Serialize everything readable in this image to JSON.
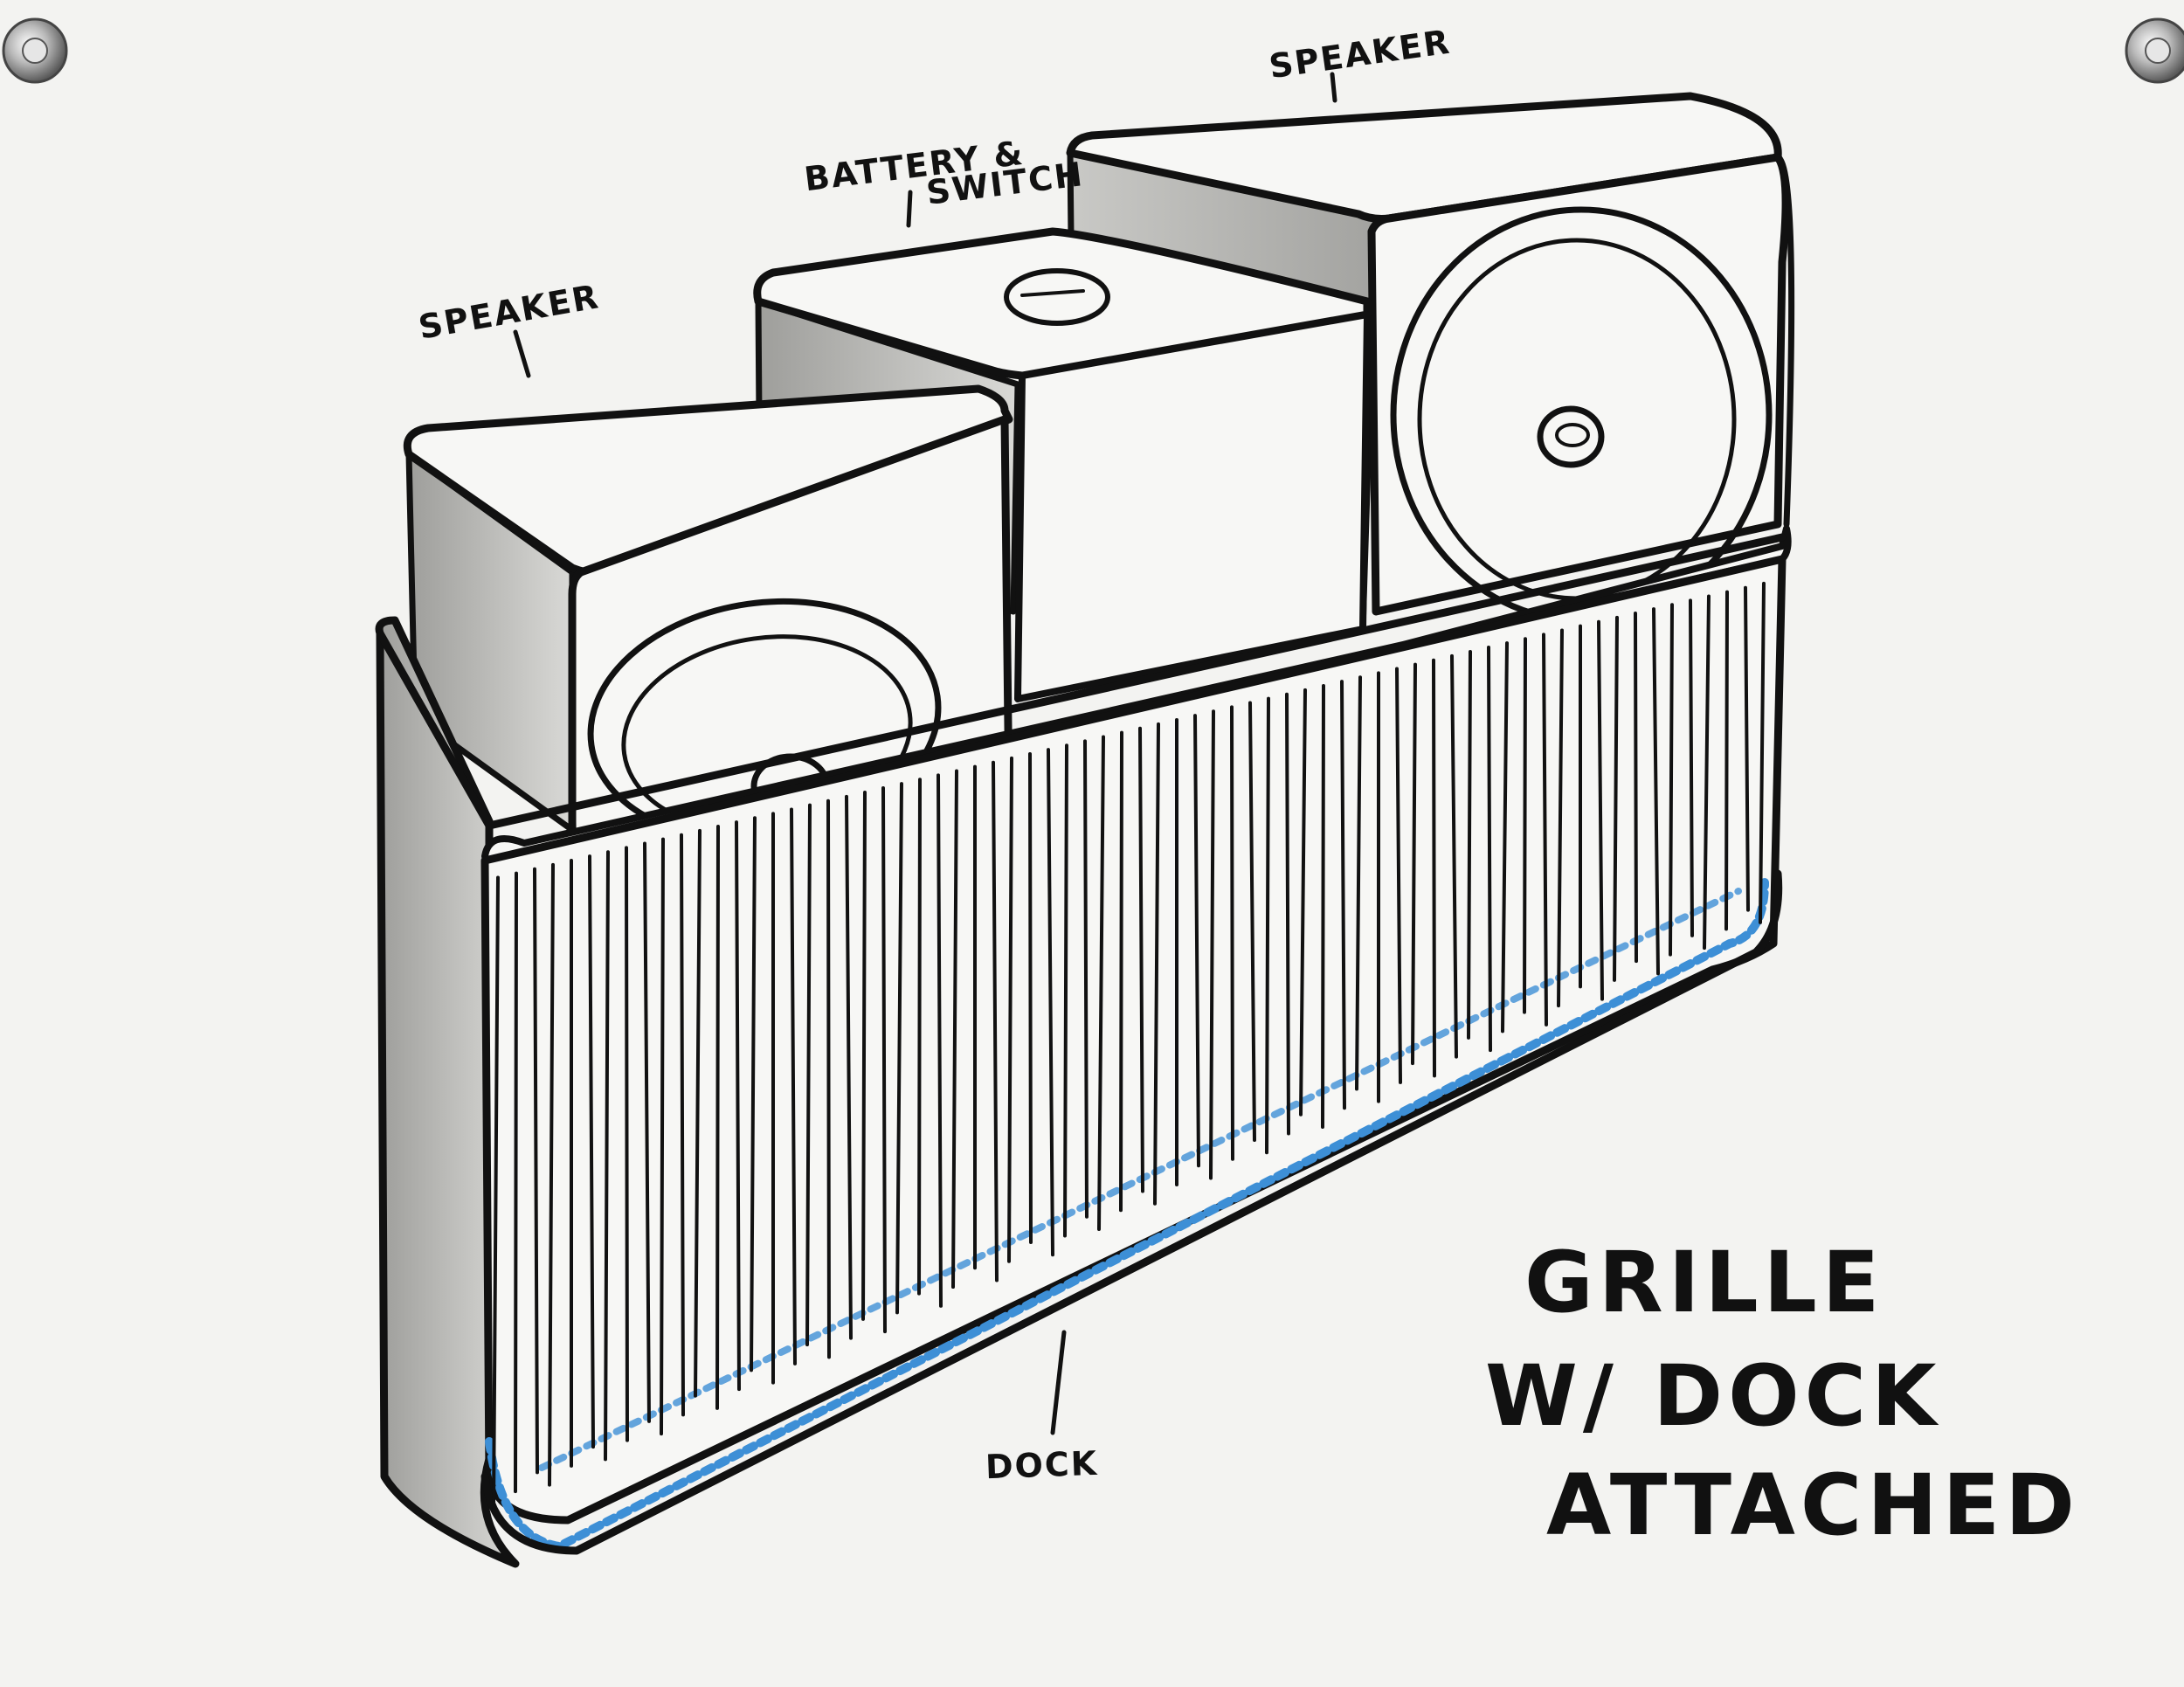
{
  "labels": {
    "speaker_left": "SPEAKER",
    "battery_line1": "BATTERY &",
    "battery_line2": "SWITCH",
    "speaker_right": "SPEAKER",
    "dock": "DOCK"
  },
  "title": {
    "line1": "GRILLE",
    "line2": "W/ DOCK",
    "line3": "ATTACHED"
  },
  "colors": {
    "ink": "#111111",
    "paper": "#f3f3f1",
    "marker_gray": "#b9b9b6",
    "dock_blue": "#3d8fd6"
  }
}
